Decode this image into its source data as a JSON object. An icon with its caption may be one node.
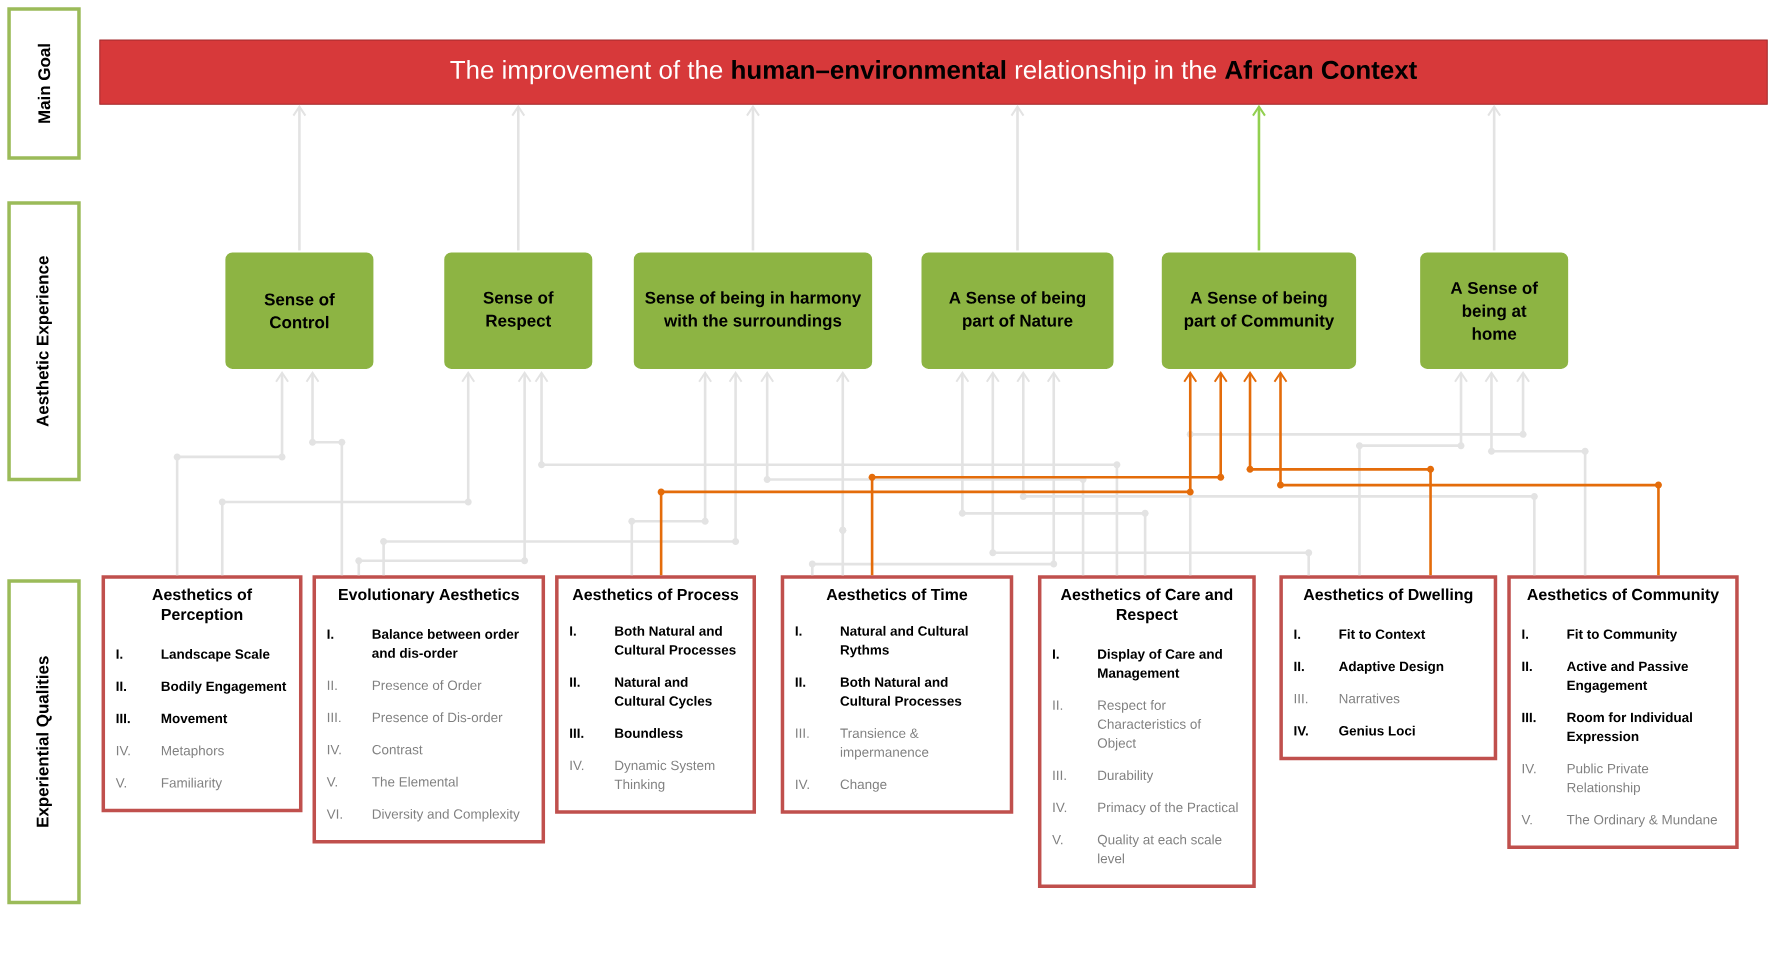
{
  "diagram": {
    "nodes": [
      {
        "text": [
          "Main Goal"
        ]
      },
      {
        "text": [
          "The improvement of the **human–environmental** relationship in the **African Context**"
        ]
      },
      {
        "text": [
          "Aesthetic Experience"
        ]
      },
      {
        "text": [
          "Sense of Control"
        ]
      },
      {
        "text": [
          "Sense of Respect"
        ]
      },
      {
        "text": [
          "Sense of being in harmony with the surroundings"
        ]
      },
      {
        "text": [
          "A Sense of being part of Nature"
        ]
      },
      {
        "text": [
          "A Sense of being part of Community"
        ]
      },
      {
        "text": [
          "A Sense of being at home"
        ]
      },
      {
        "text": [
          "Experiential Qualities"
        ]
      },
      {
        "text": [
          "Aesthetics of Perception",
          "I.",
          "Landscape Scale",
          "II.",
          "Bodily Engagement",
          "III.",
          "Movement",
          "IV.",
          "Metaphors",
          "V.",
          "Familiarity"
        ]
      },
      {
        "text": [
          "Evolutionary Aesthetics",
          "I.",
          "Balance between order and dis-order",
          "II.",
          "Presence of Order",
          "III.",
          "Presence of Dis-order",
          "IV.",
          "Contrast",
          "V.",
          "The Elemental",
          "VI.",
          "Diversity and Complexity"
        ]
      },
      {
        "text": [
          "Aesthetics of Process",
          "I.",
          "Both Natural and Cultural Processes",
          "II.",
          "Natural and Cultural Cycles",
          "III.",
          "Boundless",
          "IV.",
          "Dynamic System Thinking"
        ]
      },
      {
        "text": [
          "Aesthetics of Time",
          "I.",
          "Natural and Cultural Rythms",
          "II.",
          "Both Natural and Cultural Processes",
          "III.",
          "Transience & impermanence",
          "IV.",
          "Change"
        ]
      },
      {
        "text": [
          "Aesthetics of Care and Respect",
          "I.",
          "Display of Care and Management",
          "II.",
          "Respect for Characteristics of Object",
          "III.",
          "Durability",
          "IV.",
          "Primacy of the Practical",
          "V.",
          "Quality at each scale level"
        ]
      },
      {
        "text": [
          "Aesthetics of Dwelling",
          "I.",
          "Fit to Context",
          "II.",
          "Adaptive Design",
          "III.",
          "Narratives",
          "IV.",
          "Genius Loci"
        ]
      },
      {
        "text": [
          "Aesthetics of Community",
          "I.",
          "Fit to Community",
          "II.",
          "Active and Passive Engagement",
          "III.",
          "Room for Individual Expression",
          "IV.",
          "Public Private Relationship",
          "V.",
          "The Ordinary & Mundane"
        ]
      }
    ],
    "edges": [
      {
        "from": 3,
        "to": 1,
        "arrow": "to"
      },
      {
        "from": 4,
        "to": 1,
        "arrow": "to"
      },
      {
        "from": 5,
        "to": 1,
        "arrow": "to"
      },
      {
        "from": 6,
        "to": 1,
        "arrow": "to"
      },
      {
        "from": 7,
        "to": 1,
        "arrow": "to",
        "color": "#92d050"
      },
      {
        "from": 8,
        "to": 1,
        "arrow": "to"
      },
      {
        "from": 10,
        "to": 3,
        "arrow": "to"
      },
      {
        "from": 11,
        "to": 3,
        "arrow": "to"
      },
      {
        "from": 10,
        "to": 4,
        "arrow": "to"
      },
      {
        "from": 11,
        "to": 4,
        "arrow": "to"
      },
      {
        "from": 14,
        "to": 4,
        "arrow": "to"
      },
      {
        "from": 12,
        "to": 5,
        "arrow": "to"
      },
      {
        "from": 11,
        "to": 5,
        "arrow": "to"
      },
      {
        "from": 13,
        "to": 5,
        "arrow": "to"
      },
      {
        "from": 14,
        "to": 5,
        "arrow": "to"
      },
      {
        "from": 14,
        "to": 6,
        "arrow": "to"
      },
      {
        "from": 15,
        "to": 6,
        "arrow": "to"
      },
      {
        "from": 16,
        "to": 6,
        "arrow": "to"
      },
      {
        "from": 13,
        "to": 6,
        "arrow": "to"
      },
      {
        "from": 15,
        "to": 8,
        "arrow": "to"
      },
      {
        "from": 16,
        "to": 8,
        "arrow": "to"
      },
      {
        "from": 14,
        "to": 8,
        "arrow": "to"
      },
      {
        "from": 12,
        "to": 7,
        "arrow": "to",
        "color": "#e46c0a"
      },
      {
        "from": 13,
        "to": 7,
        "arrow": "to",
        "color": "#e46c0a"
      },
      {
        "from": 15,
        "to": 7,
        "arrow": "to",
        "color": "#e46c0a"
      },
      {
        "from": 16,
        "to": 7,
        "arrow": "to",
        "color": "#e46c0a"
      }
    ]
  }
}
